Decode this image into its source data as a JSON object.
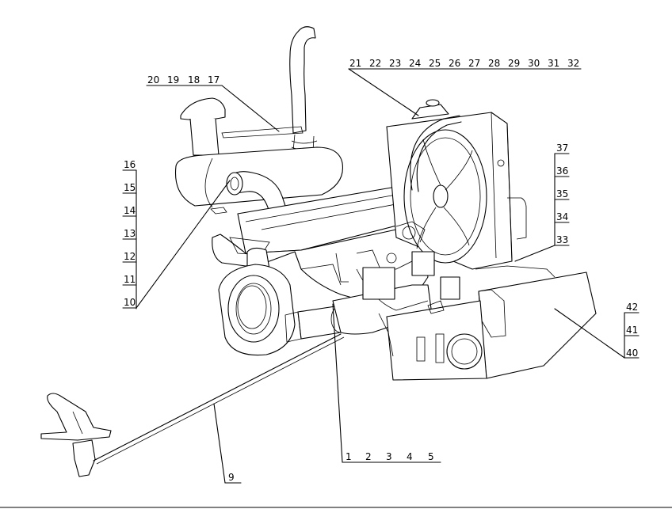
{
  "callouts": {
    "top_right": [
      "21",
      "22",
      "23",
      "24",
      "25",
      "26",
      "27",
      "28",
      "29",
      "30",
      "31",
      "32"
    ],
    "top_left": [
      "20",
      "19",
      "18",
      "17"
    ],
    "left": [
      "16",
      "15",
      "14",
      "13",
      "12",
      "11",
      "10"
    ],
    "right": [
      "37",
      "36",
      "35",
      "34",
      "33"
    ],
    "right_bottom": [
      "42",
      "41",
      "40"
    ],
    "bottom": [
      "1",
      "2",
      "3",
      "4",
      "5"
    ],
    "pedal": "9"
  }
}
